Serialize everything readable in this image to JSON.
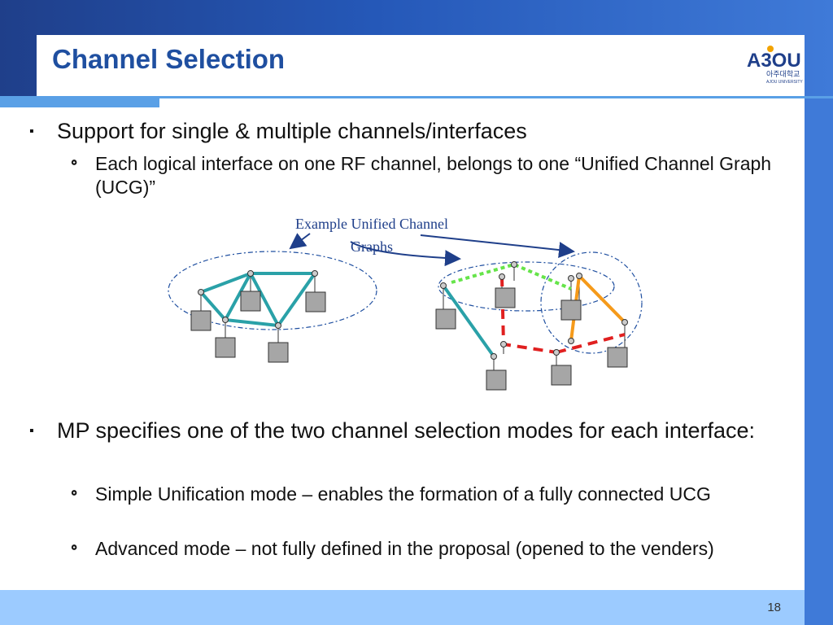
{
  "slide": {
    "title": "Channel Selection",
    "page_number": "18",
    "logo": {
      "text": "A3OU",
      "sub_kr": "아주대학교",
      "sub_en": "AJOU UNIVERSITY",
      "colors": [
        "#1f3f8a",
        "#f2a300"
      ]
    }
  },
  "bullets": [
    {
      "marker": "▪",
      "text": "Support for single & multiple channels/interfaces",
      "sub": [
        {
          "marker": "⚬",
          "text": "Each logical interface on one RF channel, belongs to one “Unified Channel Graph (UCG)”"
        }
      ]
    },
    {
      "marker": "▪",
      "text": "MP specifies one of the two channel selection modes for each interface:",
      "sub": [
        {
          "marker": "⚬",
          "text": "Simple Unification mode – enables the formation of a fully connected UCG"
        },
        {
          "marker": "⚬",
          "text": "Advanced mode – not fully defined in the proposal (opened to the venders)"
        }
      ]
    }
  ],
  "diagram": {
    "caption_line1": "Example Unified Channel",
    "caption_line2": "Graphs",
    "colors": {
      "teal": "#2aa1a8",
      "green": "#66e44a",
      "red": "#e02020",
      "orange": "#f59a1a",
      "blue_dash": "#1f4fa0",
      "box": "#a6a6a6"
    }
  }
}
